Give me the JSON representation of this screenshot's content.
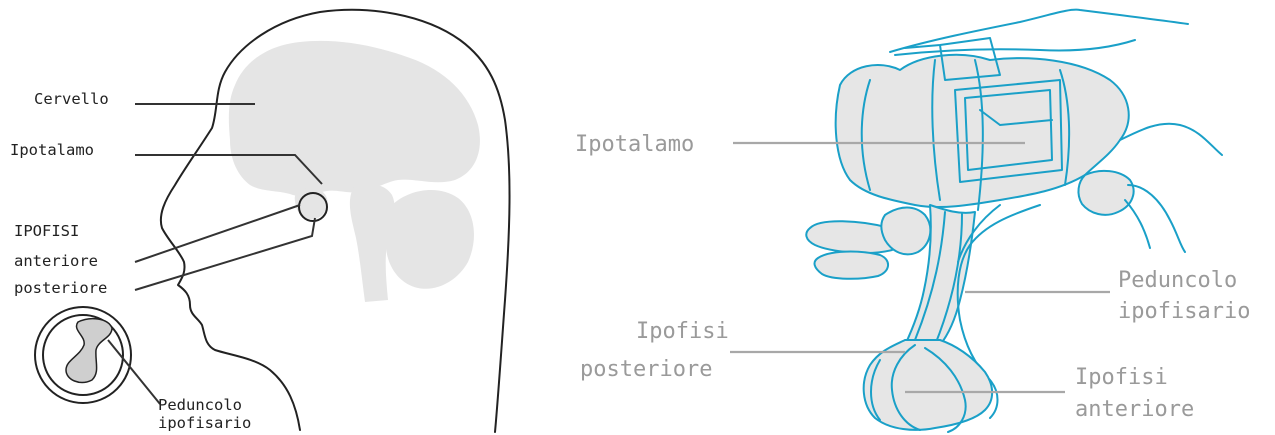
{
  "left_panel": {
    "labels": {
      "brain": "Cervello",
      "hypothalamus": "Ipotalamo",
      "pituitary": "IPOFISI",
      "anterior": "anteriore",
      "posterior": "posteriore",
      "stalk_line1": "Peduncolo",
      "stalk_line2": "ipofisario"
    }
  },
  "right_panel": {
    "labels": {
      "hypothalamus": "Ipotalamo",
      "stalk_line1": "Peduncolo",
      "stalk_line2": "ipofisario",
      "posterior_line1": "Ipofisi",
      "posterior_line2": "posteriore",
      "anterior_line1": "Ipofisi",
      "anterior_line2": "anteriore"
    }
  },
  "colors": {
    "outline": "#222222",
    "organ_fill": "#e5e5e5",
    "structure_stroke": "#1aa0c8",
    "right_label_text": "#9a9a9a"
  }
}
